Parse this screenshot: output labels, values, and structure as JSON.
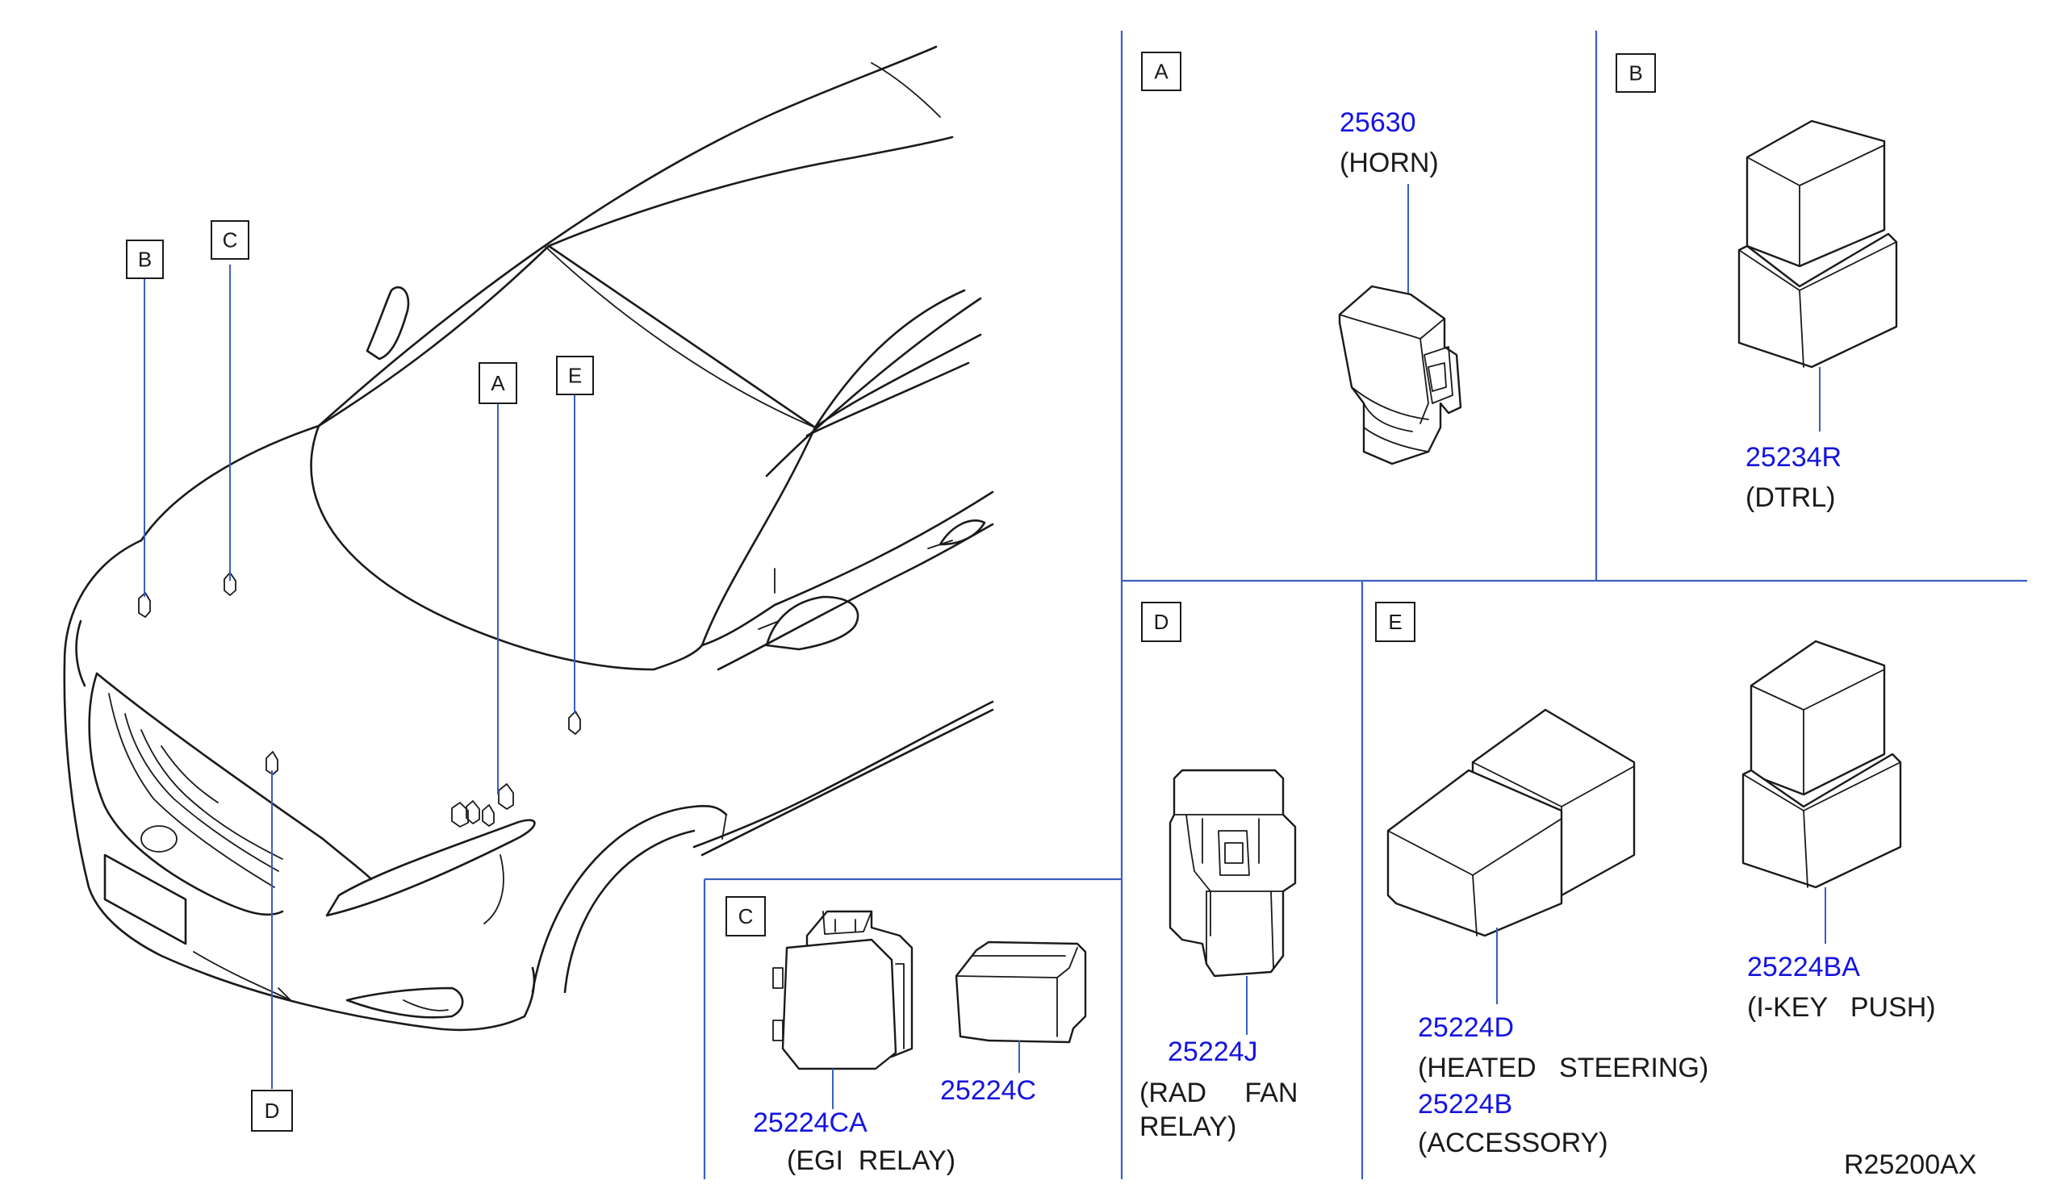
{
  "labels": {
    "car": {
      "A": "A",
      "B": "B",
      "C": "C",
      "D": "D",
      "E": "E"
    },
    "panels": {
      "A": "A",
      "B": "B",
      "C": "C",
      "D": "D",
      "E": "E"
    }
  },
  "parts": {
    "horn": {
      "number": "25630",
      "name": "(HORN)"
    },
    "dtrl": {
      "number": "25234R",
      "name": "(DTRL)"
    },
    "egi": {
      "number": "25224CA",
      "name": "(EGI  RELAY)"
    },
    "c_relay": {
      "number": "25224C"
    },
    "rad_fan": {
      "number": "25224J",
      "name_line1": "(RAD     FAN",
      "name_line2": "RELAY)"
    },
    "heated": {
      "number": "25224D",
      "name": "(HEATED   STEERING)"
    },
    "accessory": {
      "number": "25224B",
      "name": "(ACCESSORY)"
    },
    "ikey": {
      "number": "25224BA",
      "name": "(I-KEY   PUSH)"
    }
  },
  "diagram_code": "R25200AX",
  "colors": {
    "part_number": "#1414e0",
    "frame": "#3b5fbf",
    "line": "#1a1a1a"
  }
}
